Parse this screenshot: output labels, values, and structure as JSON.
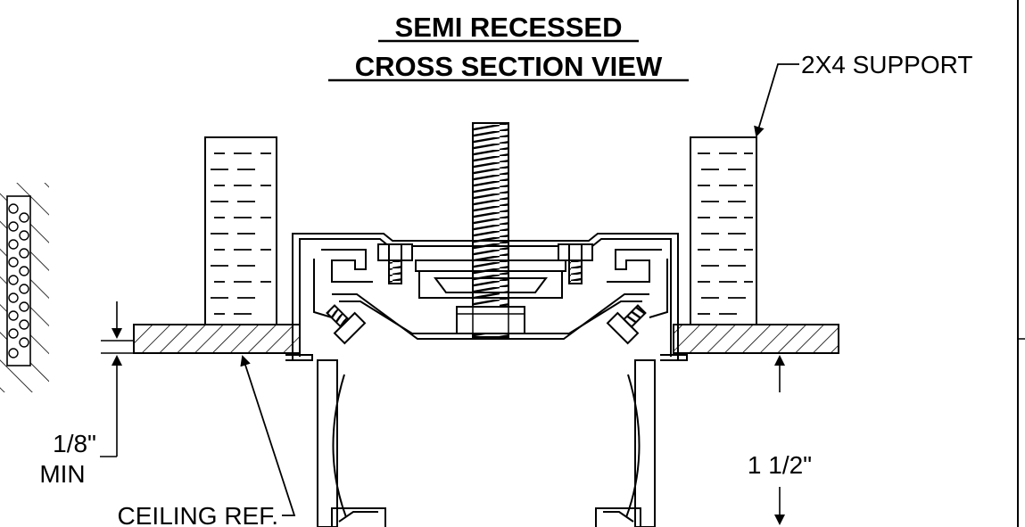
{
  "title": {
    "line1": "SEMI RECESSED",
    "line2": "CROSS SECTION VIEW"
  },
  "callouts": {
    "support": "2X4 SUPPORT",
    "gap_value": "1/8\"",
    "gap_qualifier": "MIN",
    "ceiling": "CEILING REF.",
    "depth": "1 1/2\""
  },
  "colors": {
    "line": "#000000",
    "background": "#ffffff"
  }
}
